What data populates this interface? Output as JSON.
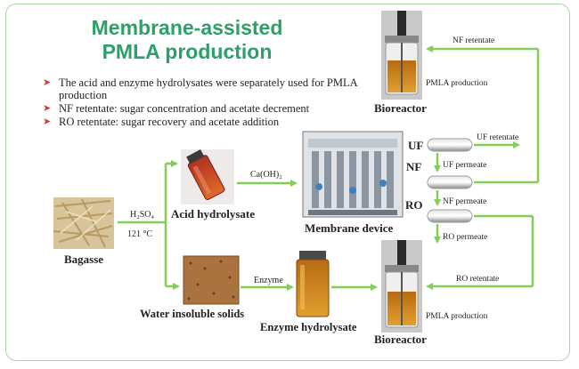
{
  "title_line1": "Membrane-assisted",
  "title_line2": "PMLA production",
  "bullets": [
    "The acid and enzyme hydrolysates were separately used for PMLA production",
    "NF retentate: sugar concentration and acetate decrement",
    "RO retentate: sugar recovery and acetate addition"
  ],
  "nodes": {
    "bagasse": "Bagasse",
    "acid_hydrolysate": "Acid hydrolysate",
    "water_insoluble": "Water insoluble solids",
    "enzyme_hydrolysate": "Enzyme hydrolysate",
    "membrane_device": "Membrane device",
    "bioreactor_top": "Bioreactor",
    "bioreactor_bottom": "Bioreactor",
    "uf": "UF",
    "nf": "NF",
    "ro": "RO"
  },
  "edges": {
    "h2so4": "H₂SO₄",
    "temp": "121 °C",
    "caoh2": "Ca(OH)₂",
    "enzyme": "Enzyme",
    "uf_retentate": "UF retentate",
    "uf_permeate": "UF permeate",
    "nf_permeate": "NF permeate",
    "ro_permeate": "RO permeate",
    "nf_retentate": "NF retentate",
    "ro_retentate": "RO retentate",
    "pmla_top": "PMLA production",
    "pmla_bottom": "PMLA production"
  },
  "colors": {
    "arrow": "#86cc5a",
    "title": "#2ba06a",
    "bullet": "#d23a2a"
  }
}
